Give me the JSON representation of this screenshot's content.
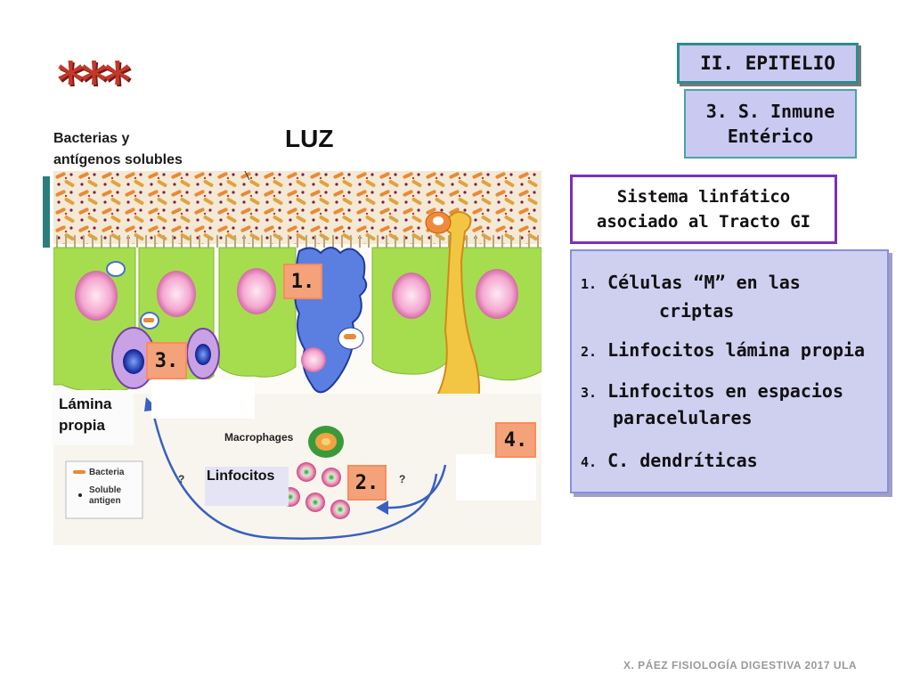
{
  "header": {
    "stars": "***",
    "section": "II. EPITELIO",
    "subsection_line1": "3. S. Inmune",
    "subsection_line2": "Entérico"
  },
  "diagram": {
    "luz": "LUZ",
    "bacterias_line1": "Bacterias y",
    "bacterias_line2": "antígenos solubles",
    "markers": [
      "1.",
      "2.",
      "3.",
      "4."
    ],
    "lamina_line1": "Lámina",
    "lamina_line2": "propia",
    "macrophages": "Macrophages",
    "linfocitos": "Linfocitos",
    "legend_bacteria": "Bacteria",
    "legend_soluble_line1": "Soluble",
    "legend_soluble_line2": "antigen",
    "question": "?"
  },
  "sistema": {
    "line1": "Sistema linfático",
    "line2": "asociado al Tracto GI"
  },
  "list": [
    {
      "num": "1.",
      "text": "Células “M” en las",
      "cont": "criptas"
    },
    {
      "num": "2.",
      "text": "Linfocitos lámina propia"
    },
    {
      "num": "3.",
      "text": "Linfocitos en espacios",
      "cont": "paracelulares"
    },
    {
      "num": "4.",
      "text": "C. dendríticas"
    }
  ],
  "footer": "X. PÁEZ   FISIOLOGÍA DIGESTIVA 2017  ULA",
  "colors": {
    "epithelium": "#a6dd4e",
    "lumen": "#f4e9d4",
    "m_cell": "#4a6fd0",
    "dendritic": "#f2c642",
    "marker_bg": "#f3a27a",
    "box_bg": "#c9c9f2",
    "purple_border": "#7b2fbe"
  }
}
